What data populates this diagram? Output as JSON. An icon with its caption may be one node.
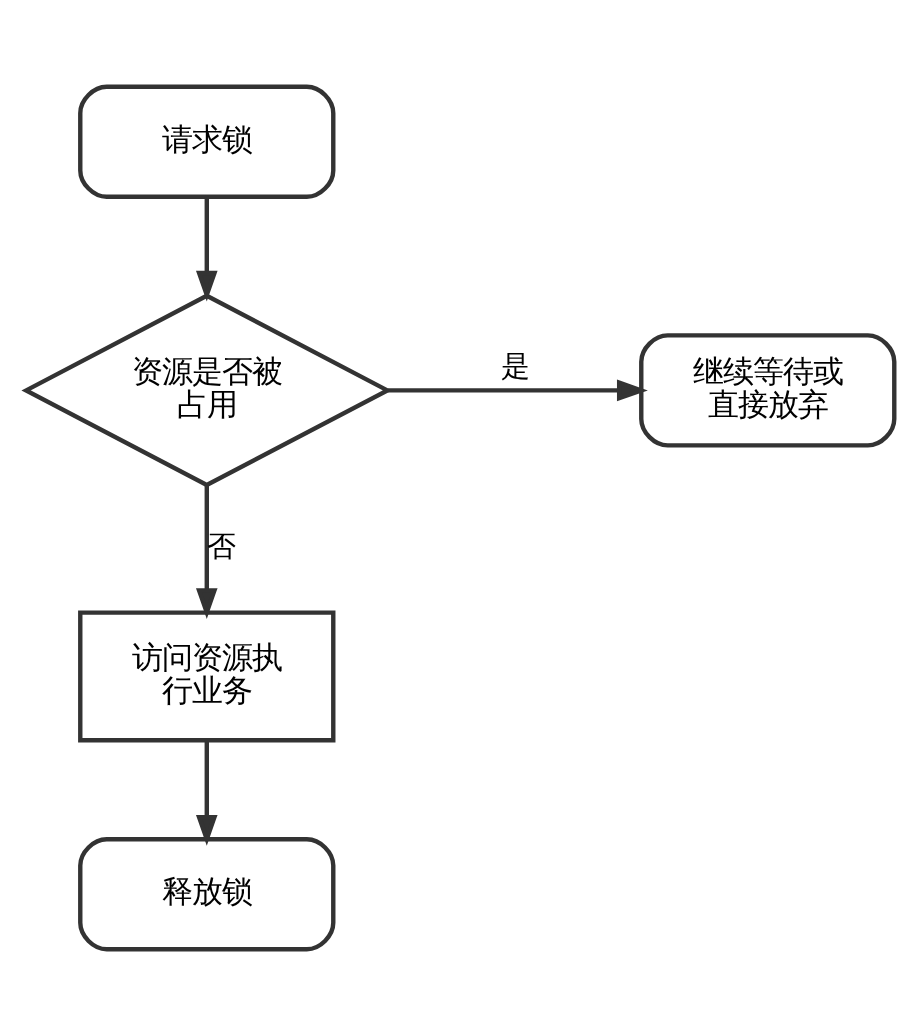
{
  "diagram": {
    "nodes": [
      {
        "text": [
          "请求锁"
        ]
      },
      {
        "text": [
          "资源是否被占用"
        ]
      },
      {
        "text": [
          "继续等待或直接放弃"
        ]
      },
      {
        "text": [
          "访问资源执行业务"
        ]
      },
      {
        "text": [
          "释放锁"
        ]
      }
    ],
    "edges": [
      {
        "from": 0,
        "to": 1,
        "arrow": "to"
      },
      {
        "from": 1,
        "to": 2,
        "arrow": "to",
        "label": "是"
      },
      {
        "from": 1,
        "to": 3,
        "arrow": "to",
        "label": "否"
      },
      {
        "from": 3,
        "to": 4,
        "arrow": "to"
      }
    ]
  }
}
